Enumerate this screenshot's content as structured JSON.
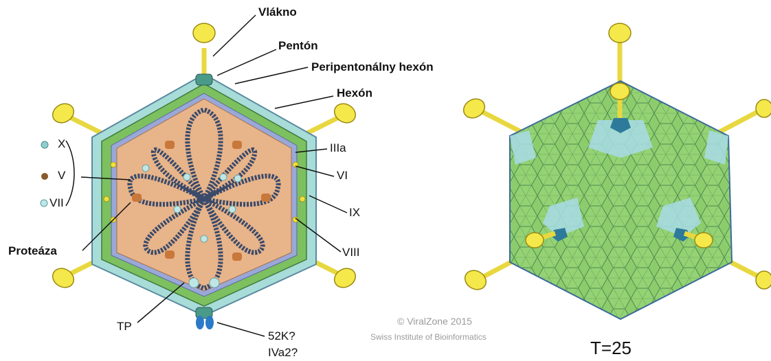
{
  "labels": {
    "vlakno": "Vlákno",
    "penton": "Pentón",
    "peripentonal": "Peripentonálny hexón",
    "hexon": "Hexón",
    "x": "X",
    "v": "V",
    "vii": "VII",
    "proteaza": "Proteáza",
    "iiia": "IIIa",
    "vi": "VI",
    "ix": "IX",
    "viii": "VIII",
    "tp": "TP",
    "k52": "52K?",
    "iva2": "IVa2?"
  },
  "credits": {
    "line1": "© ViralZone 2015",
    "line2": "Swiss Institute of Bioinformatics"
  },
  "triangulation": "T=25",
  "colors": {
    "fiber": "#f0e040",
    "fiber_knob": "#f5e84a",
    "penton": "#4a9a8a",
    "hexon_light": "#a8dcd8",
    "hexon_green": "#7cc060",
    "core": "#e8b48a",
    "dna": "#3a4a6a",
    "protein_v": "#c8783a",
    "capsid_green": "#8cc86c",
    "capsid_blue": "#a8d8e8"
  }
}
